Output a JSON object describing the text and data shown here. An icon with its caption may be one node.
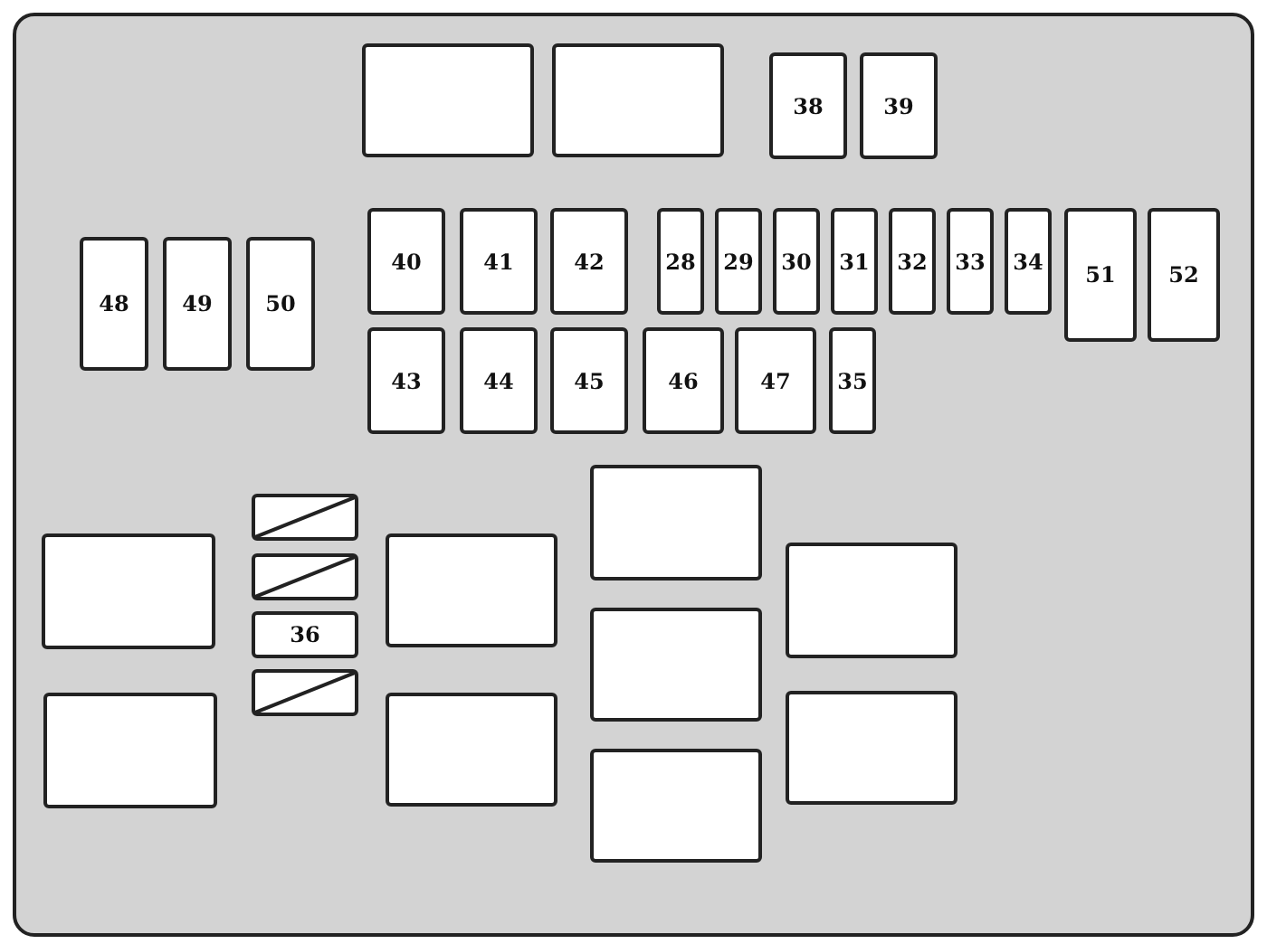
{
  "diagram": {
    "nodes": [
      {
        "text": [],
        "shape": "box"
      },
      {
        "text": [],
        "shape": "box",
        "in": 0
      },
      {
        "text": [],
        "shape": "box",
        "in": 0
      },
      {
        "text": [
          "38"
        ],
        "in": 0
      },
      {
        "text": [
          "39"
        ],
        "in": 0
      },
      {
        "text": [
          "48"
        ],
        "in": 0
      },
      {
        "text": [
          "49"
        ],
        "in": 0
      },
      {
        "text": [
          "50"
        ],
        "in": 0
      },
      {
        "text": [
          "40"
        ],
        "in": 0
      },
      {
        "text": [
          "41"
        ],
        "in": 0
      },
      {
        "text": [
          "42"
        ],
        "in": 0
      },
      {
        "text": [
          "28"
        ],
        "in": 0
      },
      {
        "text": [
          "29"
        ],
        "in": 0
      },
      {
        "text": [
          "30"
        ],
        "in": 0
      },
      {
        "text": [
          "31"
        ],
        "in": 0
      },
      {
        "text": [
          "32"
        ],
        "in": 0
      },
      {
        "text": [
          "33"
        ],
        "in": 0
      },
      {
        "text": [
          "34"
        ],
        "in": 0
      },
      {
        "text": [
          "51"
        ],
        "in": 0
      },
      {
        "text": [
          "52"
        ],
        "in": 0
      },
      {
        "text": [
          "43"
        ],
        "in": 0
      },
      {
        "text": [
          "44"
        ],
        "in": 0
      },
      {
        "text": [
          "45"
        ],
        "in": 0
      },
      {
        "text": [
          "46"
        ],
        "in": 0
      },
      {
        "text": [
          "47"
        ],
        "in": 0
      },
      {
        "text": [
          "35"
        ],
        "in": 0
      },
      {
        "text": [],
        "shape": "box",
        "in": 0
      },
      {
        "text": [],
        "shape": "box",
        "in": 0
      },
      {
        "text": [],
        "shape": "box",
        "in": 0
      },
      {
        "text": [
          "36"
        ],
        "in": 0
      },
      {
        "text": [],
        "shape": "box",
        "in": 0
      },
      {
        "text": [],
        "shape": "box",
        "in": 0
      },
      {
        "text": [],
        "shape": "box",
        "in": 0
      },
      {
        "text": [],
        "shape": "box",
        "in": 0
      },
      {
        "text": [],
        "shape": "box",
        "in": 0
      },
      {
        "text": [],
        "shape": "box",
        "in": 0
      },
      {
        "text": [],
        "shape": "box",
        "in": 0
      },
      {
        "text": [],
        "shape": "box",
        "in": 0
      },
      {
        "text": [],
        "shape": "box",
        "in": 0
      }
    ]
  }
}
